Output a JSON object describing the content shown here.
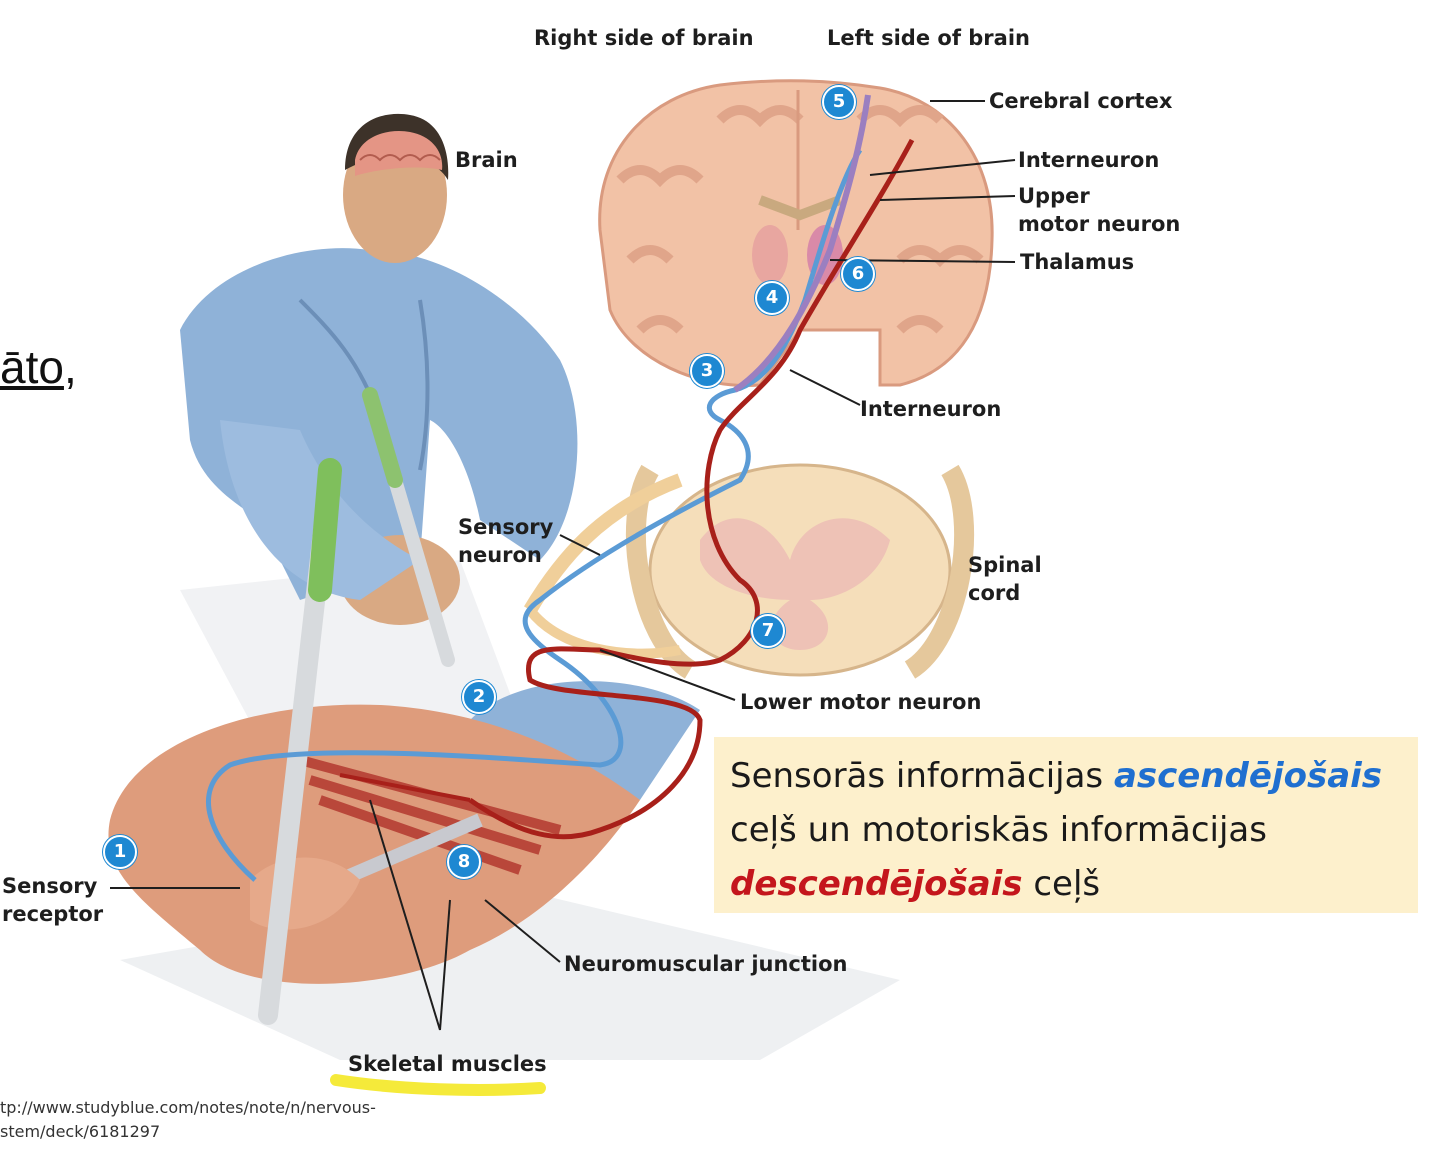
{
  "headers": {
    "right_side": "Right side of brain",
    "left_side": "Left side of brain"
  },
  "labels": {
    "brain": "Brain",
    "cerebral_cortex": "Cerebral cortex",
    "interneuron_top": "Interneuron",
    "upper_motor_neuron_1": "Upper",
    "upper_motor_neuron_2": "motor neuron",
    "thalamus": "Thalamus",
    "interneuron_bottom": "Interneuron",
    "sensory_neuron_1": "Sensory",
    "sensory_neuron_2": "neuron",
    "spinal_cord_1": "Spinal",
    "spinal_cord_2": "cord",
    "lower_motor_neuron": "Lower motor neuron",
    "sensory_receptor_1": "Sensory",
    "sensory_receptor_2": "receptor",
    "neuromuscular_junction": "Neuromuscular junction",
    "skeletal_muscles": "Skeletal muscles"
  },
  "steps": [
    "1",
    "2",
    "3",
    "4",
    "5",
    "6",
    "7",
    "8"
  ],
  "slide_fragment": {
    "text": "āto",
    "trail": ","
  },
  "callout": {
    "part1": "Sensorās informācijas ",
    "ascending": "ascendējošais",
    "part2": " ceļš un motoriskās informācijas ",
    "descending": "descendējošais",
    "part3": " ceļš"
  },
  "source": {
    "line1": "tp://www.studyblue.com/notes/note/n/nervous-",
    "line2": "stem/deck/6181297"
  },
  "colors": {
    "callout_bg": "#fdf0cc",
    "ascending": "#1f6fd0",
    "descending": "#c4161c",
    "sensory_pathway": "#5b9bd5",
    "motor_pathway": "#a8201a",
    "interneuron": "#9b7fc0",
    "step_badge": "#1e88d2",
    "highlight": "#f5ea3a"
  }
}
